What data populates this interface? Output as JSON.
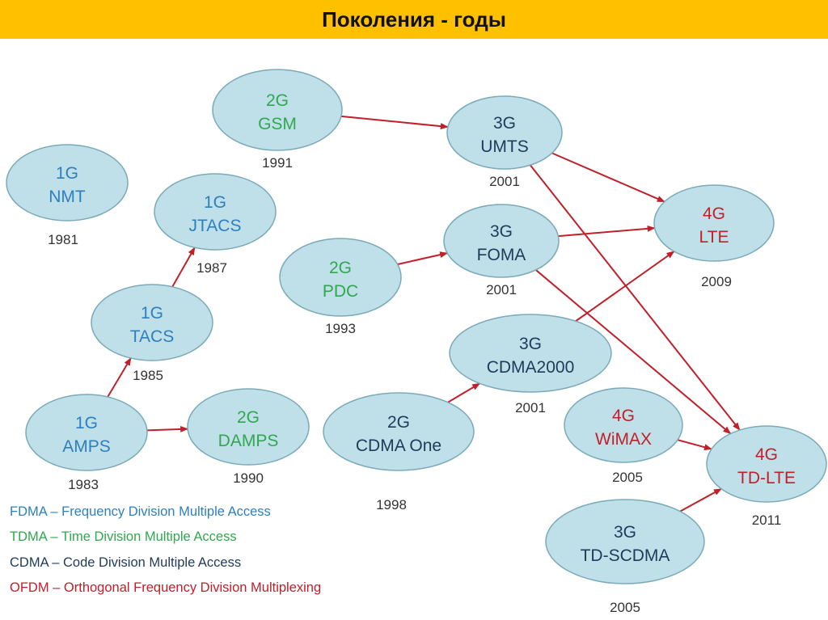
{
  "title": "Поколения - годы",
  "colors": {
    "title_bg": "#ffc000",
    "ellipse_fill": "#bfe0e8",
    "ellipse_stroke": "#7aaab8",
    "arrow": "#c0202a",
    "fdma": "#2e7fc0",
    "tdma": "#2fa84f",
    "cdma": "#1f3a5a",
    "ofdm": "#c0202a"
  },
  "nodes": [
    {
      "id": "nmt",
      "gen": "1G",
      "name": "NMT",
      "year": "1981",
      "color": "fdma"
    },
    {
      "id": "jtacs",
      "gen": "1G",
      "name": "JTACS",
      "year": "1987",
      "color": "fdma"
    },
    {
      "id": "tacs",
      "gen": "1G",
      "name": "TACS",
      "year": "1985",
      "color": "fdma"
    },
    {
      "id": "amps",
      "gen": "1G",
      "name": "AMPS",
      "year": "1983",
      "color": "fdma"
    },
    {
      "id": "gsm",
      "gen": "2G",
      "name": "GSM",
      "year": "1991",
      "color": "tdma"
    },
    {
      "id": "pdc",
      "gen": "2G",
      "name": "PDC",
      "year": "1993",
      "color": "tdma"
    },
    {
      "id": "damps",
      "gen": "2G",
      "name": "DAMPS",
      "year": "1990",
      "color": "tdma"
    },
    {
      "id": "cdmaone",
      "gen": "2G",
      "name": "CDMA One",
      "year": "1998",
      "color": "cdma"
    },
    {
      "id": "umts",
      "gen": "3G",
      "name": "UMTS",
      "year": "2001",
      "color": "cdma"
    },
    {
      "id": "foma",
      "gen": "3G",
      "name": "FOMA",
      "year": "2001",
      "color": "cdma"
    },
    {
      "id": "cdma2000",
      "gen": "3G",
      "name": "CDMA2000",
      "year": "2001",
      "color": "cdma"
    },
    {
      "id": "tdscdma",
      "gen": "3G",
      "name": "TD-SCDMA",
      "year": "2005",
      "color": "cdma"
    },
    {
      "id": "lte",
      "gen": "4G",
      "name": "LTE",
      "year": "2009",
      "color": "ofdm"
    },
    {
      "id": "wimax",
      "gen": "4G",
      "name": "WiMAX",
      "year": "2005",
      "color": "ofdm"
    },
    {
      "id": "tdlte",
      "gen": "4G",
      "name": "TD-LTE",
      "year": "2011",
      "color": "ofdm"
    }
  ],
  "edges": [
    {
      "from": "amps",
      "to": "tacs"
    },
    {
      "from": "tacs",
      "to": "jtacs"
    },
    {
      "from": "amps",
      "to": "damps"
    },
    {
      "from": "gsm",
      "to": "umts"
    },
    {
      "from": "pdc",
      "to": "foma"
    },
    {
      "from": "cdmaone",
      "to": "cdma2000"
    },
    {
      "from": "umts",
      "to": "lte"
    },
    {
      "from": "umts",
      "to": "tdlte"
    },
    {
      "from": "foma",
      "to": "lte"
    },
    {
      "from": "foma",
      "to": "tdlte"
    },
    {
      "from": "cdma2000",
      "to": "lte"
    },
    {
      "from": "wimax",
      "to": "tdlte"
    },
    {
      "from": "tdscdma",
      "to": "tdlte"
    }
  ],
  "legend": [
    {
      "text": "FDMA – Frequency Division Multiple Access",
      "color": "fdma"
    },
    {
      "text": "TDMA – Time Division Multiple Access",
      "color": "tdma"
    },
    {
      "text": "CDMA – Code Division Multiple Access",
      "color": "cdma"
    },
    {
      "text": "OFDM – Orthogonal Frequency Division Multiplexing",
      "color": "ofdm"
    }
  ]
}
